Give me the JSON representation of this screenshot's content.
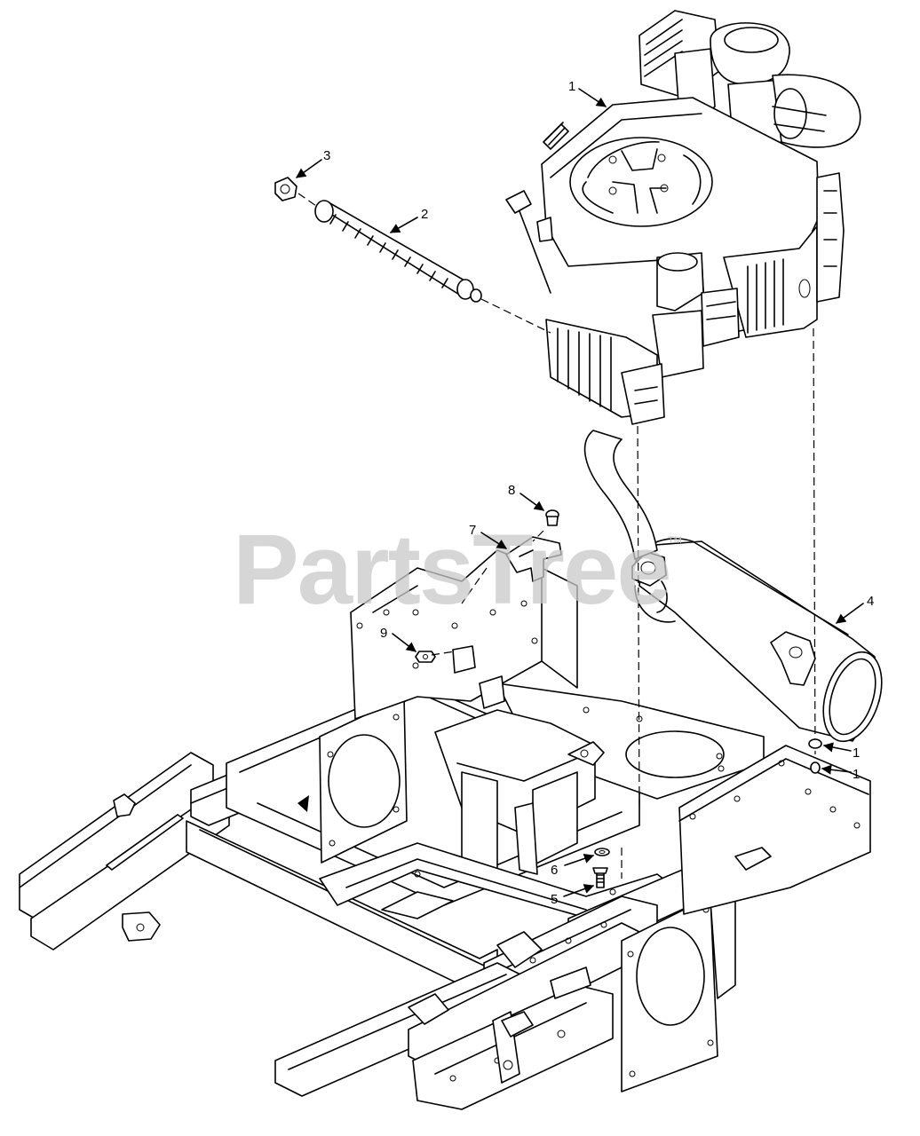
{
  "watermark": {
    "text": "PartsTree",
    "tm": "TM"
  },
  "callouts": [
    {
      "id": "c1a",
      "label": "1"
    },
    {
      "id": "c2",
      "label": "2"
    },
    {
      "id": "c3",
      "label": "3"
    },
    {
      "id": "c4",
      "label": "4"
    },
    {
      "id": "c5",
      "label": "5"
    },
    {
      "id": "c6",
      "label": "6"
    },
    {
      "id": "c7",
      "label": "7"
    },
    {
      "id": "c8",
      "label": "8"
    },
    {
      "id": "c9",
      "label": "9"
    },
    {
      "id": "c1b",
      "label": "1"
    },
    {
      "id": "c1c",
      "label": "1"
    }
  ]
}
